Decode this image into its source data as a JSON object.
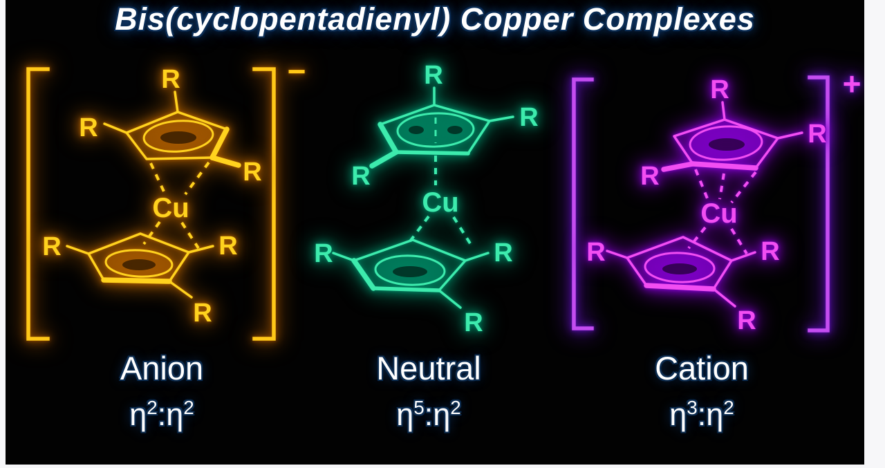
{
  "title": "Bis(cyclopentadienyl) Copper Complexes",
  "title_color": "#ffffff",
  "title_outline_color": "#0b2d55",
  "background_color": "#020202",
  "page_border_color": "#f7f7f9",
  "caption_color": "#ffffff",
  "caption_outline_color": "#0c2c50",
  "r_label": "R",
  "metal_label": "Cu",
  "complexes": [
    {
      "name": "Anion",
      "charge_sign": "−",
      "has_brackets": true,
      "hapticity_text": "η2:η2",
      "hapticity": {
        "eta1": "η",
        "sup1": "2",
        "sep": ":",
        "eta2": "η",
        "sup2": "2"
      },
      "upper_ring_hapticity": "η2",
      "lower_ring_hapticity": "η2",
      "stroke_color": "#ffd21e",
      "glow_color": "#a35800",
      "bracket_color": "#ffc818",
      "bracket_glow_color": "#8f4a00"
    },
    {
      "name": "Neutral",
      "charge_sign": "",
      "has_brackets": false,
      "hapticity_text": "η5:η2",
      "hapticity": {
        "eta1": "η",
        "sup1": "5",
        "sep": ":",
        "eta2": "η",
        "sup2": "2"
      },
      "upper_ring_hapticity": "η5",
      "lower_ring_hapticity": "η2",
      "stroke_color": "#3debad",
      "glow_color": "#007e5e",
      "bracket_color": "#3debad",
      "bracket_glow_color": "#007e5e"
    },
    {
      "name": "Cation",
      "charge_sign": "+",
      "has_brackets": true,
      "hapticity_text": "η3:η2",
      "hapticity": {
        "eta1": "η",
        "sup1": "3",
        "sep": ":",
        "eta2": "η",
        "sup2": "2"
      },
      "upper_ring_hapticity": "η3",
      "lower_ring_hapticity": "η2",
      "stroke_color": "#f24ef2",
      "glow_color": "#7c00c4",
      "bracket_color": "#c44df0",
      "bracket_glow_color": "#5a10b0"
    }
  ]
}
